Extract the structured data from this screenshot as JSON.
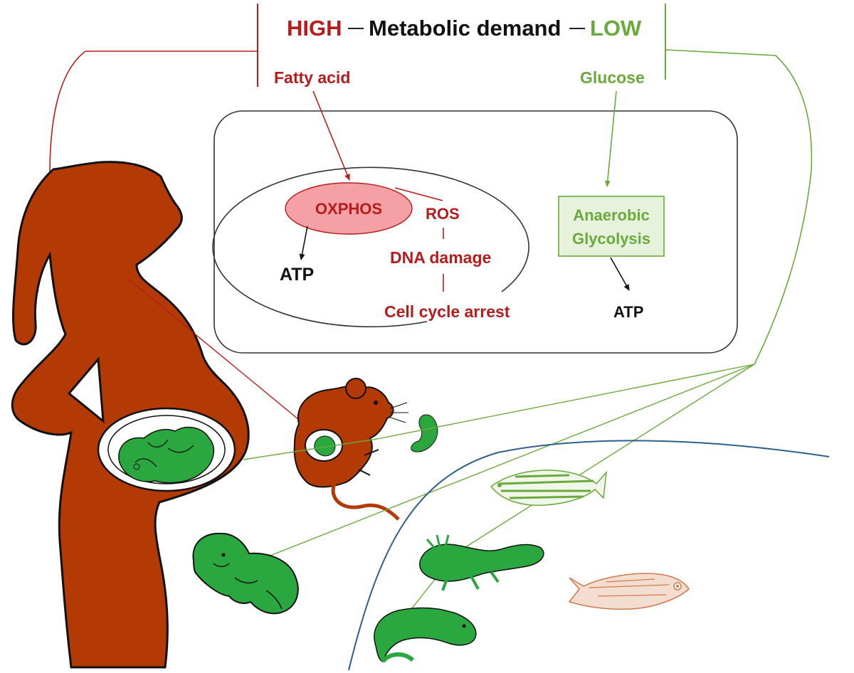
{
  "header": {
    "high": "HIGH",
    "title": "Metabolic demand",
    "low": "LOW"
  },
  "inputs": {
    "fatty_acid": "Fatty acid",
    "glucose": "Glucose"
  },
  "mitochondrion": {
    "oxphos": "OXPHOS",
    "atp": "ATP",
    "ros": "ROS",
    "dna_damage": "DNA damage",
    "cell_cycle_arrest": "Cell cycle arrest"
  },
  "glycolysis": {
    "line1": "Anaerobic",
    "line2": "Glycolysis",
    "atp": "ATP"
  },
  "colors": {
    "high": "#b71c1c",
    "low": "#6aaa3c",
    "organism_high": "#b33a05",
    "organism_low": "#2aa83f",
    "fish_low": "#cf7a4c",
    "oxphos_fill": "#f4a0a4",
    "glycolysis_fill": "#e7f2dc",
    "boundary": "#2f5f8a"
  },
  "icons": [
    "pregnant-woman-icon",
    "fetus-icon",
    "mouse-icon",
    "mouse-embryo-icon",
    "infant-icon",
    "zebrafish-icon",
    "axolotl-icon",
    "newt-icon",
    "medaka-icon"
  ]
}
